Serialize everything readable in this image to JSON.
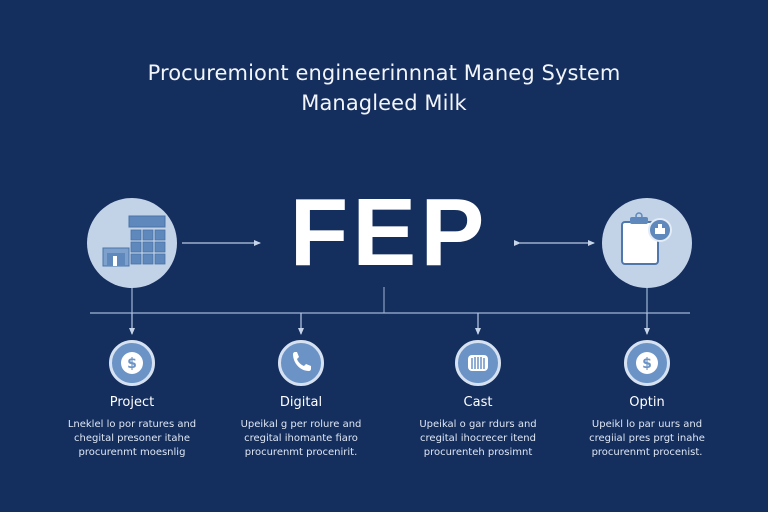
{
  "header": {
    "title_line1": "Procuremiont engineerinnnat Maneg System",
    "title_line2": "Managleed Milk"
  },
  "center": {
    "logo_text": "FEP"
  },
  "nodes": {
    "left": {
      "icon": "building-calculator-icon"
    },
    "right": {
      "icon": "clipboard-user-icon"
    }
  },
  "steps": [
    {
      "title": "Project",
      "icon": "dollar-coin-icon",
      "description": "Lneklel lo por ratures and\nchegital presoner itahe\nprocurenmt moesnlig"
    },
    {
      "title": "Digital",
      "icon": "phone-icon",
      "description": "Upeikal g per rolure and\ncregital ihomante fiaro\nprocurenmt procenirit."
    },
    {
      "title": "Cast",
      "icon": "chart-bars-icon",
      "description": "Upeikal o gar rdurs and\ncregital ihocrecer itend\nprocurenteh prosimnt"
    },
    {
      "title": "Optin",
      "icon": "dollar-coin-icon",
      "description": "Upeikl lo par uurs and\ncregiial pres prgt inahe\nprocurenmt procenist."
    }
  ],
  "colors": {
    "background": "#142e5e",
    "circle_light": "#c2d3e8",
    "icon_blue": "#6b93c6",
    "line": "#9fb6d6"
  }
}
